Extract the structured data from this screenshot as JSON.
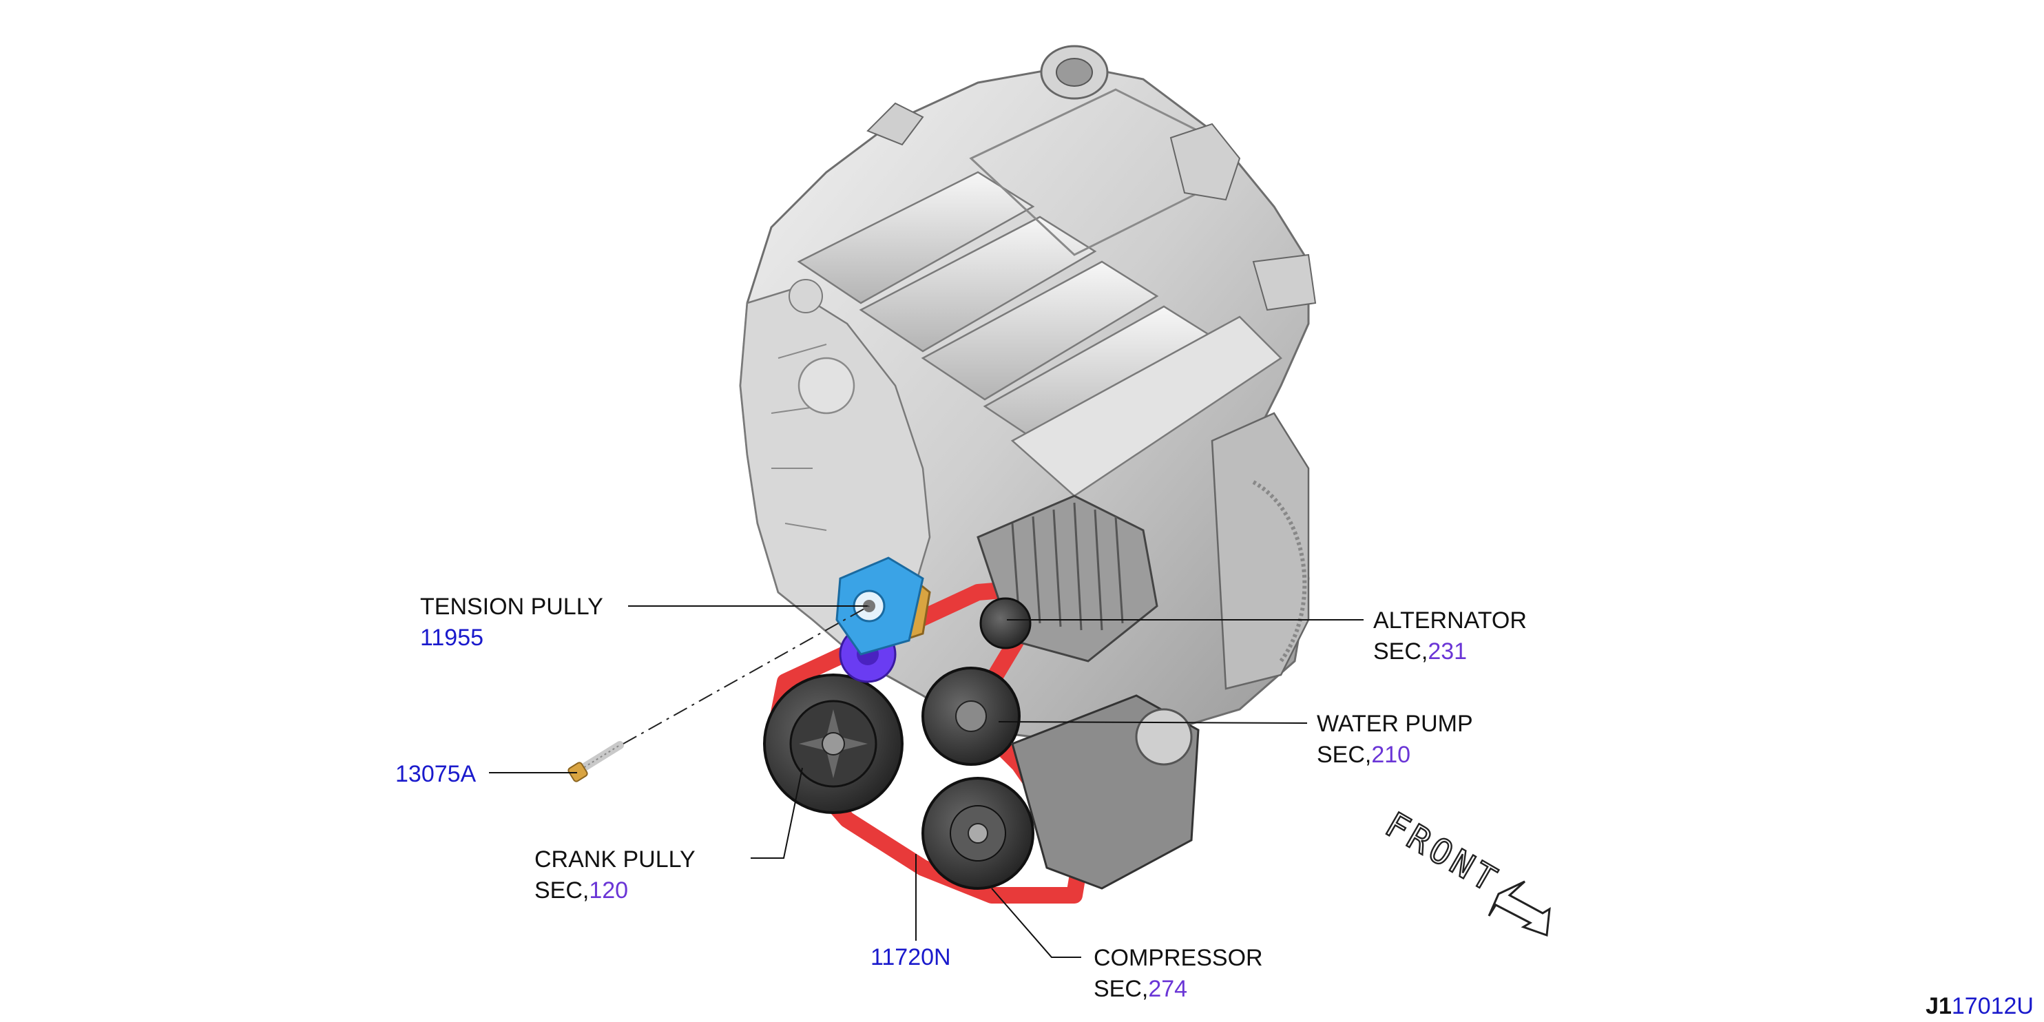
{
  "colors": {
    "part_number": "#1a1acc",
    "section_number": "#6a35d6",
    "belt": "#e83a3a",
    "tensioner": "#3aa3e6",
    "tensioner_idler": "#6a3cf2",
    "bolt": "#d9a441",
    "engine": "#c9c9c9"
  },
  "labels": {
    "tension_pully": {
      "name": "TENSION PULLY",
      "part_number": "11955"
    },
    "alternator": {
      "name": "ALTERNATOR",
      "sec_prefix": "SEC,",
      "section": "231"
    },
    "water_pump": {
      "name": "WATER PUMP",
      "sec_prefix": "SEC,",
      "section": "210"
    },
    "bolt": {
      "part_number": "13075A"
    },
    "crank_pully": {
      "name": "CRANK PULLY",
      "sec_prefix": "SEC,",
      "section": "120"
    },
    "belt": {
      "part_number": "11720N"
    },
    "compressor": {
      "name": "COMPRESSOR",
      "sec_prefix": "SEC,",
      "section": "274"
    }
  },
  "front_indicator": {
    "text": "FRONT"
  },
  "figure_code": {
    "prefix": "J1",
    "number": "17012U"
  }
}
